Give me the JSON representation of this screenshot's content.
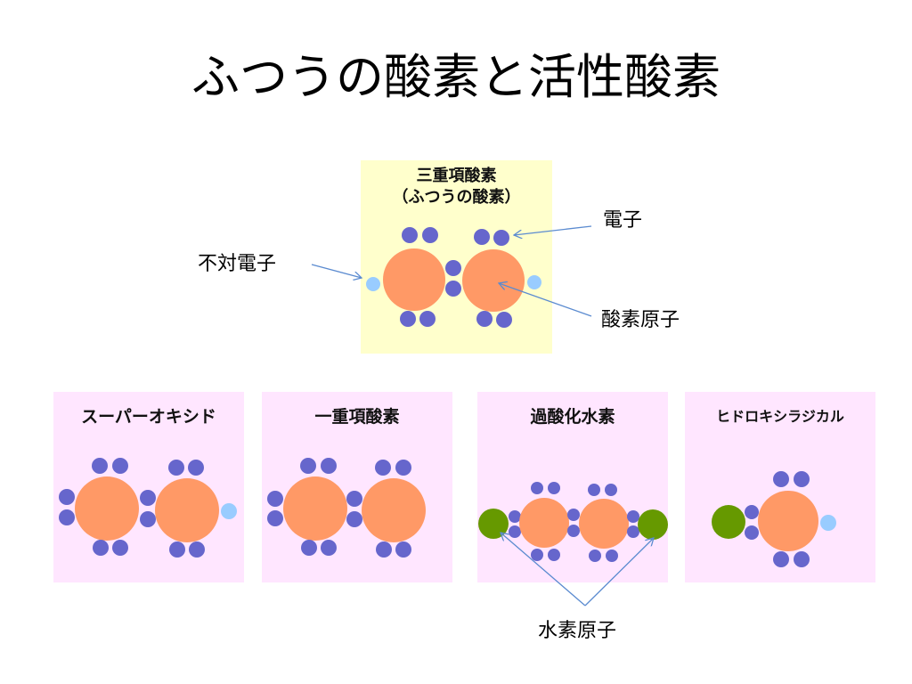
{
  "slide": {
    "title": "ふつうの酸素と活性酸素"
  },
  "top_panel": {
    "title_line1": "三重項酸素",
    "title_line2": "（ふつうの酸素）"
  },
  "labels": {
    "electron": "電子",
    "unpaired_electron": "不対電子",
    "oxygen_atom": "酸素原子",
    "hydrogen_atom": "水素原子"
  },
  "molecules": [
    {
      "title": "スーパーオキシド"
    },
    {
      "title": "一重項酸素"
    },
    {
      "title": "過酸化水素"
    },
    {
      "title": "ヒドロキシラジカル"
    }
  ],
  "colors": {
    "oxygen_atom": "#ff9966",
    "electron": "#6666cc",
    "unpaired_electron": "#99ccff",
    "hydrogen_atom": "#669900",
    "top_panel_bg": "#ffffcc",
    "molecule_panel_bg": "#ffe6ff",
    "arrow": "#5b8bd0"
  }
}
